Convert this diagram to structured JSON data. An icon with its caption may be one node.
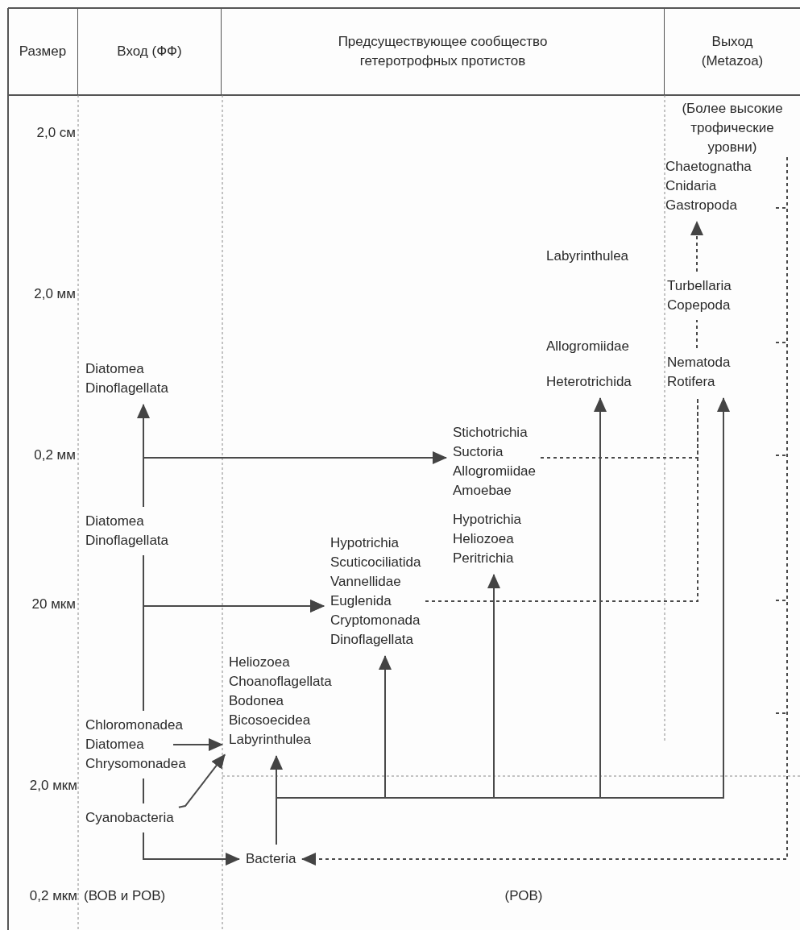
{
  "diagram": {
    "nodes": [
      {
        "text": [
          "(Более высокие трофические уровни)",
          "Chaetognatha",
          "Cnidaria",
          "Gastropoda"
        ]
      },
      {
        "text": [
          "Labyrinthulea"
        ]
      },
      {
        "text": [
          "Turbellaria",
          "Copepoda"
        ]
      },
      {
        "text": [
          "Allogromiidae"
        ]
      },
      {
        "text": [
          "Diatomea",
          "Dinoflagellata"
        ]
      },
      {
        "text": [
          "Nematoda",
          "Rotifera"
        ]
      },
      {
        "text": [
          "Heterotrichida"
        ]
      },
      {
        "text": [
          "Stichotrichia",
          "Suctoria",
          "Allogromiidae",
          "Amoebae"
        ]
      },
      {
        "text": [
          "Diatomea",
          "Dinoflagellata"
        ]
      },
      {
        "text": [
          "Hypotrichia",
          "Heliozoea",
          "Peritrichia"
        ]
      },
      {
        "text": [
          "Hypotrichia",
          "Scuticociliatida",
          "Vannellidae",
          "Euglenida",
          "Cryptomonada",
          "Dinoflagellata"
        ]
      },
      {
        "text": [
          "Heliozoea",
          "Choanoflagellata",
          "Bodonea",
          "Bicosoecidea",
          "Labyrinthulea"
        ]
      },
      {
        "text": [
          "Chloromonadea",
          "Diatomea",
          "Chrysomonadea"
        ]
      },
      {
        "text": [
          "Cyanobacteria"
        ]
      },
      {
        "text": [
          "Bacteria"
        ]
      }
    ],
    "edges": [
      {
        "from": 8,
        "to": 4,
        "arrow": "to"
      },
      {
        "from": 8,
        "to": 7,
        "arrow": "to"
      },
      {
        "from": 8,
        "to": 10,
        "arrow": "to"
      },
      {
        "from": 12,
        "to": 10,
        "arrow": "to"
      },
      {
        "from": 12,
        "to": 11,
        "arrow": "to"
      },
      {
        "from": 13,
        "to": 11,
        "arrow": "to"
      },
      {
        "from": 12,
        "to": 13,
        "arrow": "none"
      },
      {
        "from": 13,
        "to": 14,
        "arrow": "to"
      },
      {
        "from": 14,
        "to": 11,
        "arrow": "to"
      },
      {
        "from": 14,
        "to": 10,
        "arrow": "to"
      },
      {
        "from": 14,
        "to": 9,
        "arrow": "to"
      },
      {
        "from": 14,
        "to": 6,
        "arrow": "to"
      },
      {
        "from": 14,
        "to": 5,
        "arrow": "to"
      },
      {
        "from": 0,
        "to": 14,
        "arrow": "to",
        "style": "dashed"
      },
      {
        "from": 2,
        "to": 0,
        "arrow": "to",
        "style": "dashed"
      },
      {
        "from": 5,
        "to": 2,
        "arrow": "none",
        "style": "dashed"
      },
      {
        "from": 7,
        "to": 5,
        "arrow": "none",
        "style": "dashed"
      },
      {
        "from": 10,
        "to": 5,
        "arrow": "none",
        "style": "dashed"
      }
    ],
    "labels": [
      "Размер",
      "Вход (ФФ)",
      "Предсуществующее сообщество гетеротрофных протистов",
      "Выход (Metazoa)",
      "2,0 см",
      "2,0 мм",
      "0,2 мм",
      "20 мкм",
      "2,0 мкм",
      "0,2 мкм",
      "(ВОВ и РОВ)",
      "(РОВ)"
    ]
  }
}
